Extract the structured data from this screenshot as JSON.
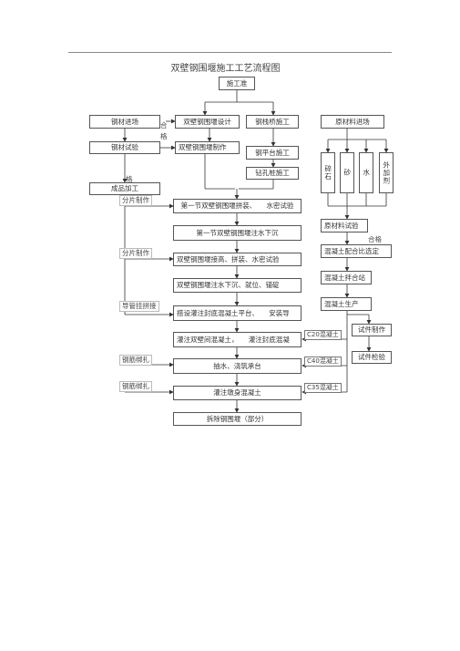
{
  "title": "双壁钢围堰施工工艺流程图",
  "nodes": {
    "prep": "施工准",
    "steel_in": "钢材进场",
    "steel_test": "钢材试验",
    "qualified_1": "合",
    "qualified_2": "格",
    "finished": "成品加工",
    "qualified_3": "格",
    "design": "双壁钢围堰设计",
    "fabricate": "双壁钢围堰制作",
    "trestle": "钢栈桥施工",
    "platform": "钢平台施工",
    "drill": "钻孔桩施工",
    "sec1_assemble": "第一节双壁钢围堰拼装、　　水密试验",
    "sec1_sink": "第一节双壁钢围堰注水下沉",
    "raise": "双壁钢围堰接高、拼装、水密试验",
    "sink_pos": "双壁钢围堰注水下沉、就位、锚碇",
    "build_platform": "搭设灌注封底混凝土平台、　　安装导",
    "pour_wall": "灌注双壁间混凝土，　　灌注封底混凝",
    "pump": "抽水、浇筑承台",
    "pour_pier": "灌注墩身混凝土",
    "dismantle": "拆除钢围堰（部分）",
    "raw_in": "原材料进场",
    "m_gravel": "碎石",
    "m_sand": "砂",
    "m_water": "水",
    "m_additive": "外加剂",
    "raw_test": "原材料试验",
    "qualified_4": "合格",
    "mix_design": "混凝土配合比选定",
    "mixing_plant": "混凝土拌合站",
    "concrete_prod": "混凝土生产",
    "specimen_make": "试件制作",
    "specimen_test": "试件检验"
  },
  "side_labels": {
    "split_1": "分片制作",
    "split_2": "分片制作",
    "guide_pipe": "导管挂拼接",
    "rebar_1": "钢筋绑扎",
    "rebar_2": "钢筋绑扎"
  },
  "grades": {
    "c20": "C20混凝土",
    "c40": "C40混凝土",
    "c35": "C35混凝土"
  }
}
